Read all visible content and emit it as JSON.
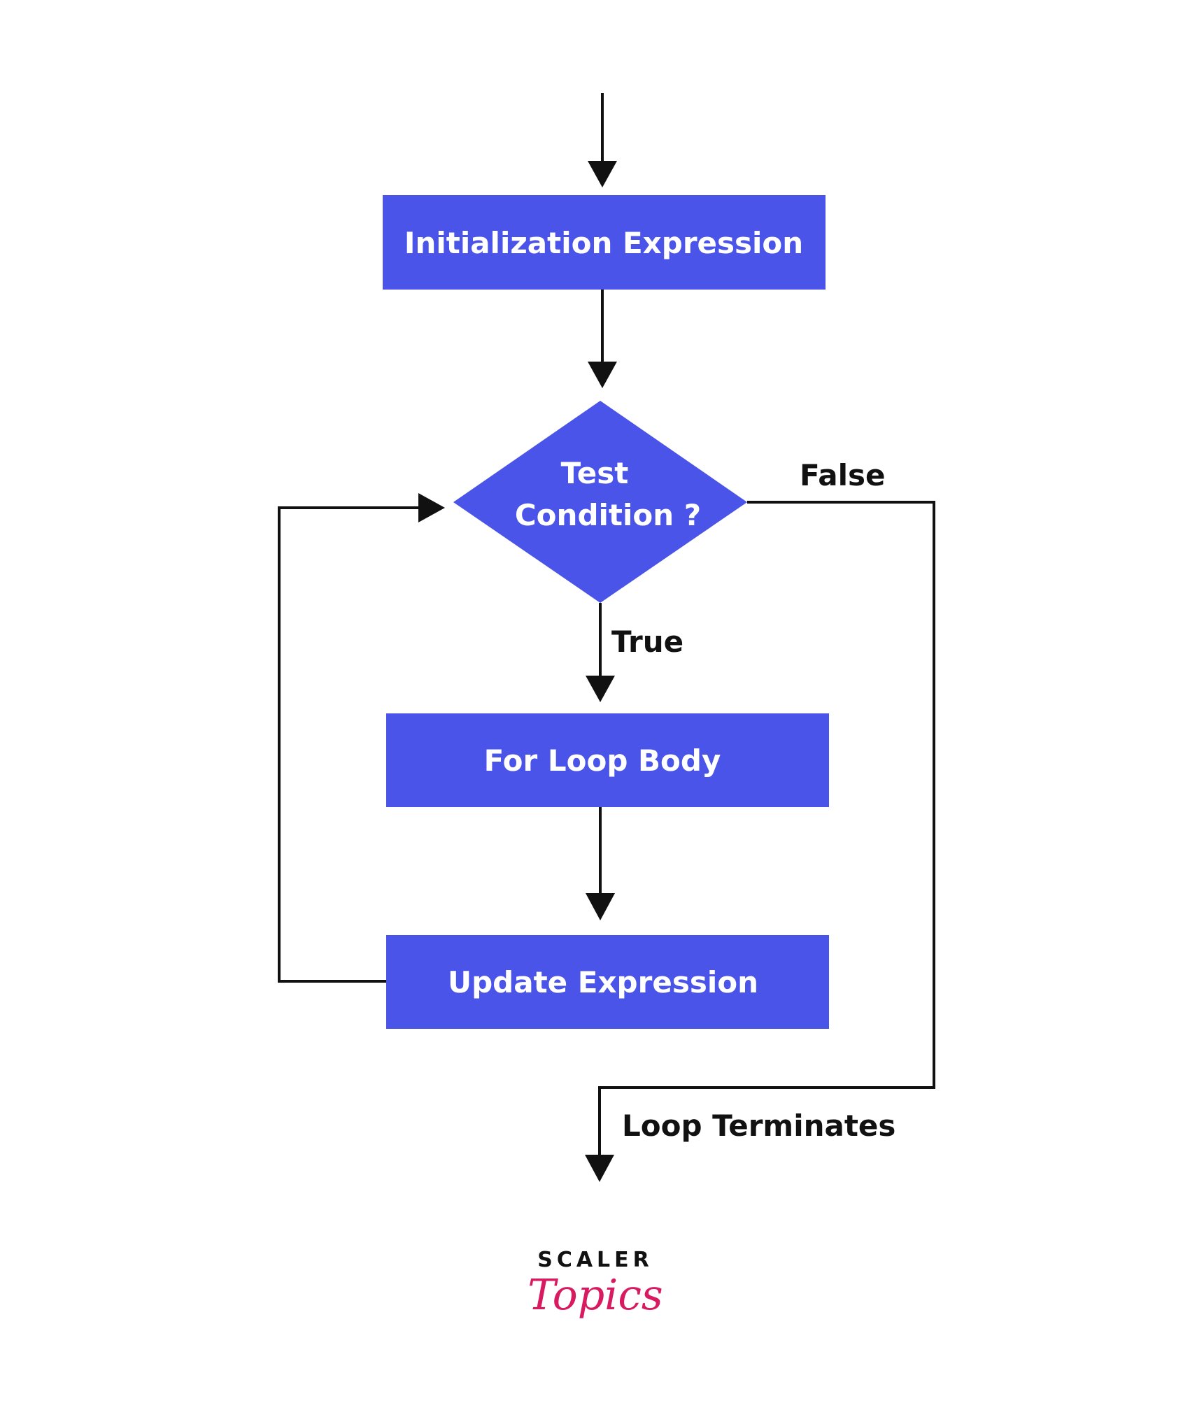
{
  "colors": {
    "node_fill": "#4a54e8",
    "node_text": "#ffffff",
    "line": "#111111",
    "logo_dark": "#111111",
    "logo_accent": "#d81b60"
  },
  "nodes": {
    "init": "Initialization Expression",
    "condition_line1": "Test",
    "condition_line2": "Condition ?",
    "body": "For Loop Body",
    "update": "Update Expression"
  },
  "edge_labels": {
    "false": "False",
    "true": "True",
    "terminate": "Loop Terminates"
  },
  "logo": {
    "top": "SCALER",
    "script": "Topics"
  }
}
